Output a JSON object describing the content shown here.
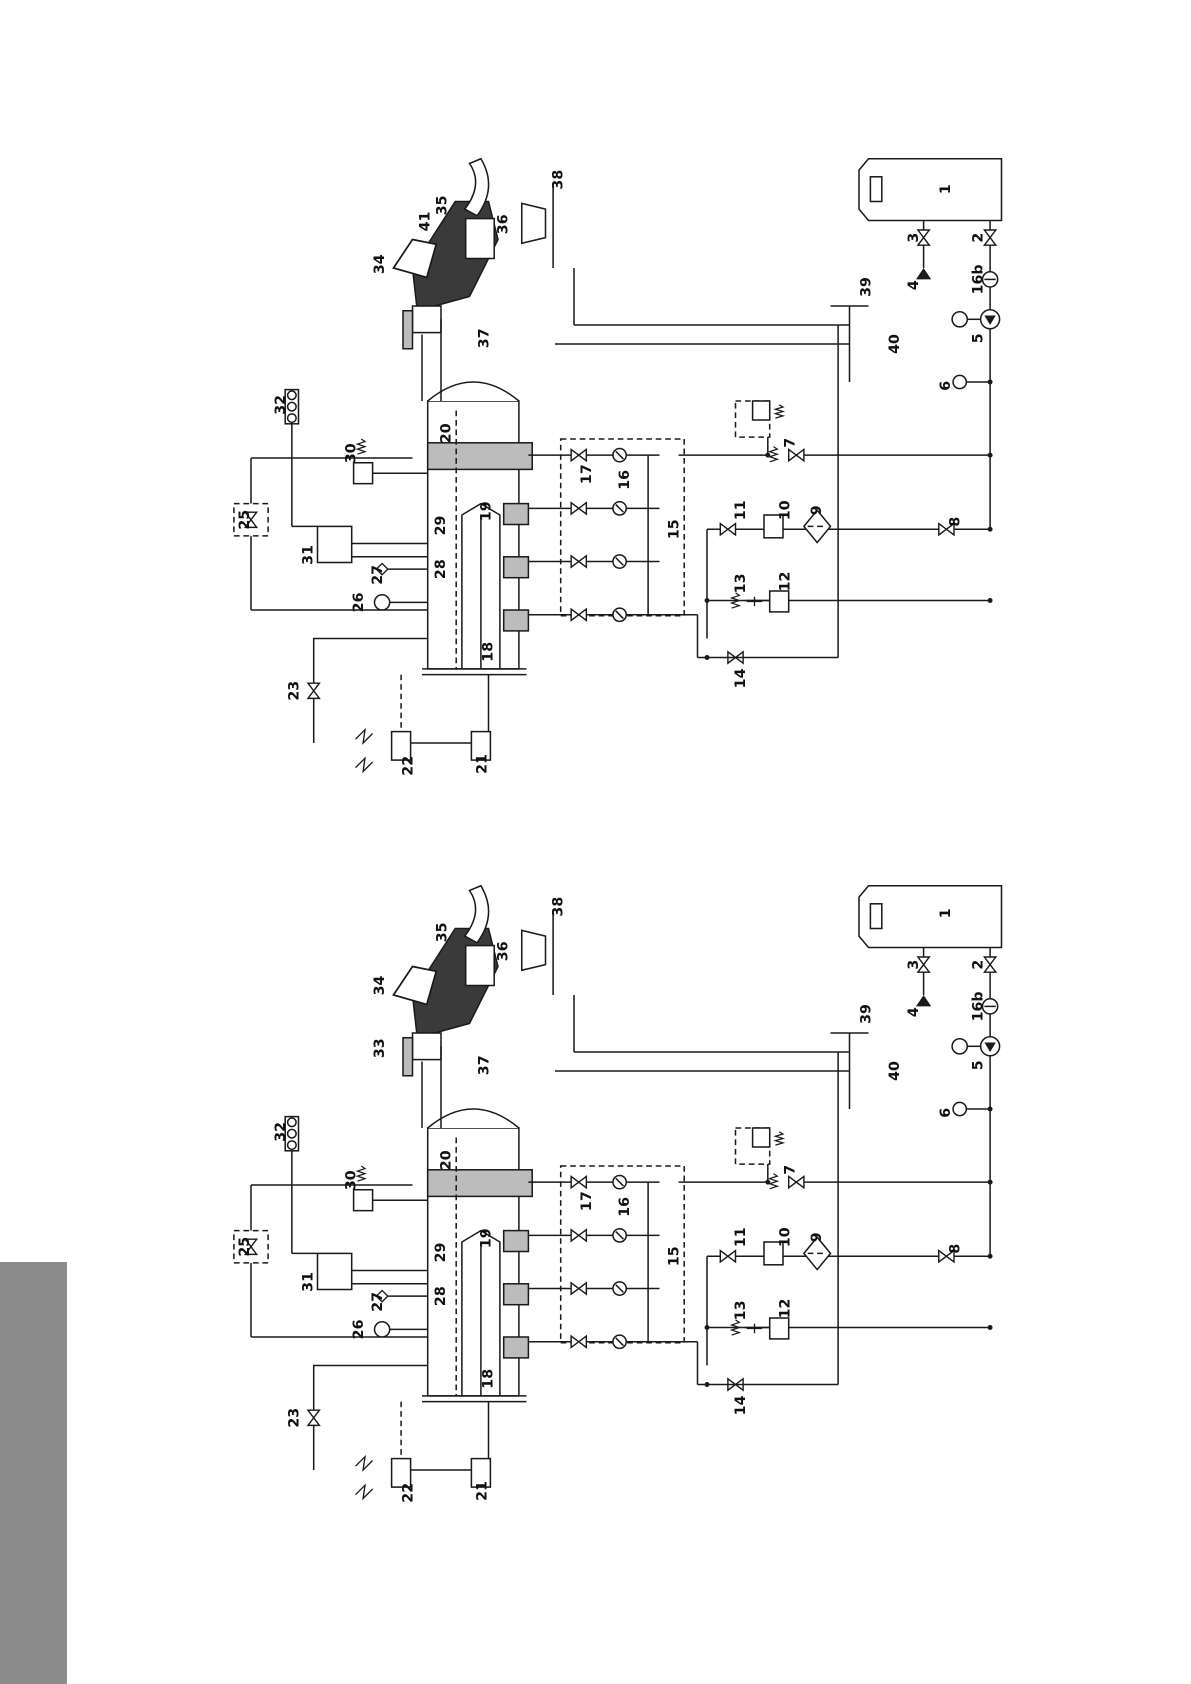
{
  "colors": {
    "line": "#1a1a1a",
    "tab": "#8c8c8c",
    "insulation": "#bcbcbc",
    "group_head": "#3a3a3a",
    "page": "#ffffff"
  },
  "diagrams": [
    {
      "id": "top",
      "labels": [
        "1",
        "2",
        "3",
        "4",
        "16b",
        "5",
        "6",
        "39",
        "40",
        "38",
        "36",
        "35",
        "41",
        "34",
        "37",
        "7",
        "8",
        "9",
        "10",
        "11",
        "12",
        "13",
        "14",
        "15",
        "16",
        "17",
        "20",
        "19",
        "18",
        "28",
        "29",
        "30",
        "31",
        "32",
        "25",
        "26",
        "27",
        "23",
        "22",
        "21"
      ]
    },
    {
      "id": "bottom",
      "labels": [
        "1",
        "2",
        "3",
        "4",
        "16b",
        "5",
        "6",
        "39",
        "40",
        "38",
        "36",
        "35",
        "34",
        "33",
        "37",
        "7",
        "8",
        "9",
        "10",
        "11",
        "12",
        "13",
        "14",
        "15",
        "16",
        "17",
        "20",
        "19",
        "18",
        "28",
        "29",
        "30",
        "31",
        "32",
        "25",
        "26",
        "27",
        "23",
        "22",
        "21"
      ]
    }
  ]
}
